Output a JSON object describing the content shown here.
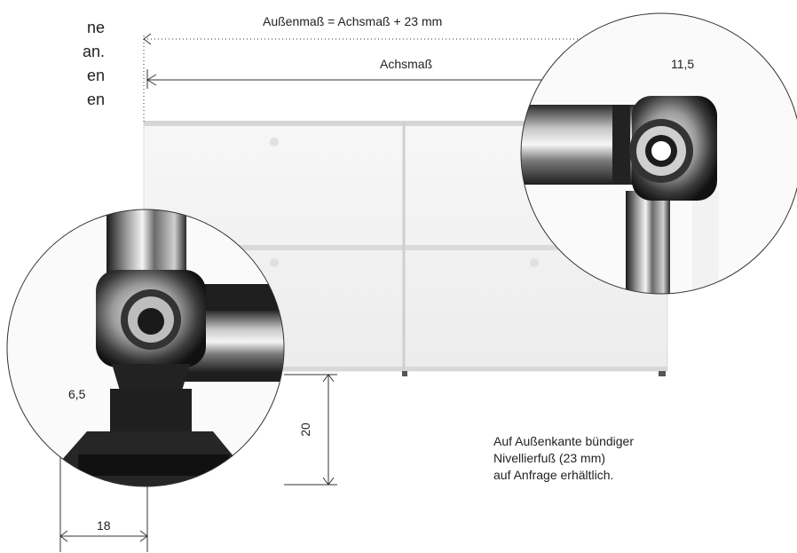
{
  "intro_lines": [
    "ne",
    "an.",
    "en",
    "en"
  ],
  "dimensions": {
    "outer": "Außenmaß = Achsmaß + 23 mm",
    "axis": "Achsmaß",
    "offset_top": "11,5",
    "offset_left": "6,5",
    "height": "20",
    "foot_width": "18"
  },
  "note": [
    "Auf Außenkante bündiger",
    "Nivellierfuß (23 mm)",
    "auf Anfrage erhältlich."
  ]
}
